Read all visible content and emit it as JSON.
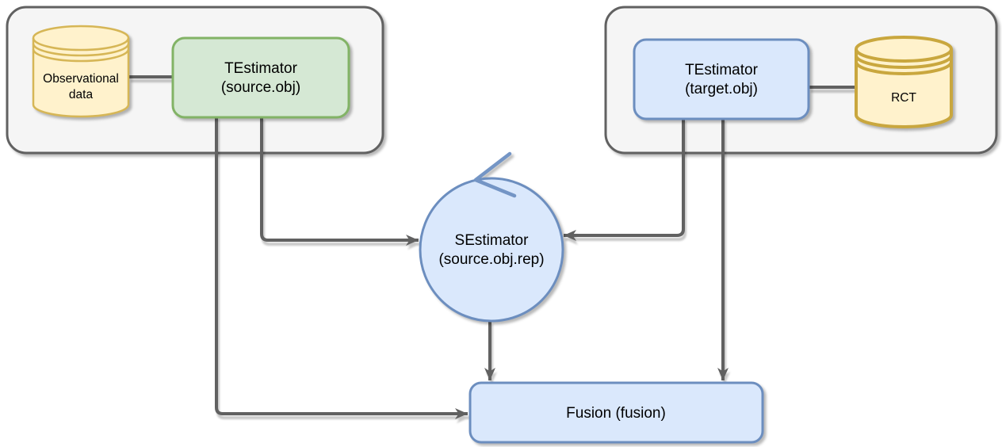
{
  "diagram": {
    "type": "flow-diagram",
    "nodes": {
      "observational_db": {
        "line1": "Observational",
        "line2": "data",
        "shape": "cylinder"
      },
      "testimator_source": {
        "line1": "TEstimator",
        "line2": "(source.obj)",
        "shape": "rounded-rect"
      },
      "testimator_target": {
        "line1": "TEstimator",
        "line2": "(target.obj)",
        "shape": "rounded-rect"
      },
      "rct_db": {
        "label": "RCT",
        "shape": "cylinder"
      },
      "sestimator": {
        "line1": "SEstimator",
        "line2": "(source.obj.rep)",
        "shape": "circle-with-self-loop"
      },
      "fusion": {
        "label": "Fusion (fusion)",
        "shape": "rounded-rect"
      }
    },
    "edges": [
      {
        "from": "observational_db",
        "to": "testimator_source",
        "style": "plain-link"
      },
      {
        "from": "testimator_target",
        "to": "rct_db",
        "style": "plain-link"
      },
      {
        "from": "testimator_source",
        "to": "sestimator",
        "style": "arrow"
      },
      {
        "from": "testimator_source",
        "to": "fusion",
        "style": "arrow"
      },
      {
        "from": "testimator_target",
        "to": "sestimator",
        "style": "arrow"
      },
      {
        "from": "testimator_target",
        "to": "fusion",
        "style": "arrow"
      },
      {
        "from": "sestimator",
        "to": "fusion",
        "style": "arrow"
      },
      {
        "from": "sestimator",
        "to": "sestimator",
        "style": "blue-self-loop"
      }
    ],
    "colors": {
      "background": "#ffffff",
      "container_fill": "#f5f5f5",
      "container_stroke": "#616161",
      "green_fill": "#d5e8d4",
      "green_stroke": "#82b366",
      "blue_fill": "#dae8fc",
      "blue_stroke": "#6c8ebf",
      "yellow_fill": "#fff2cc",
      "yellow_stroke": "#d6b656",
      "rct_stroke": "#c9a73e",
      "edge_color": "#616161",
      "text_color": "#000000"
    }
  }
}
